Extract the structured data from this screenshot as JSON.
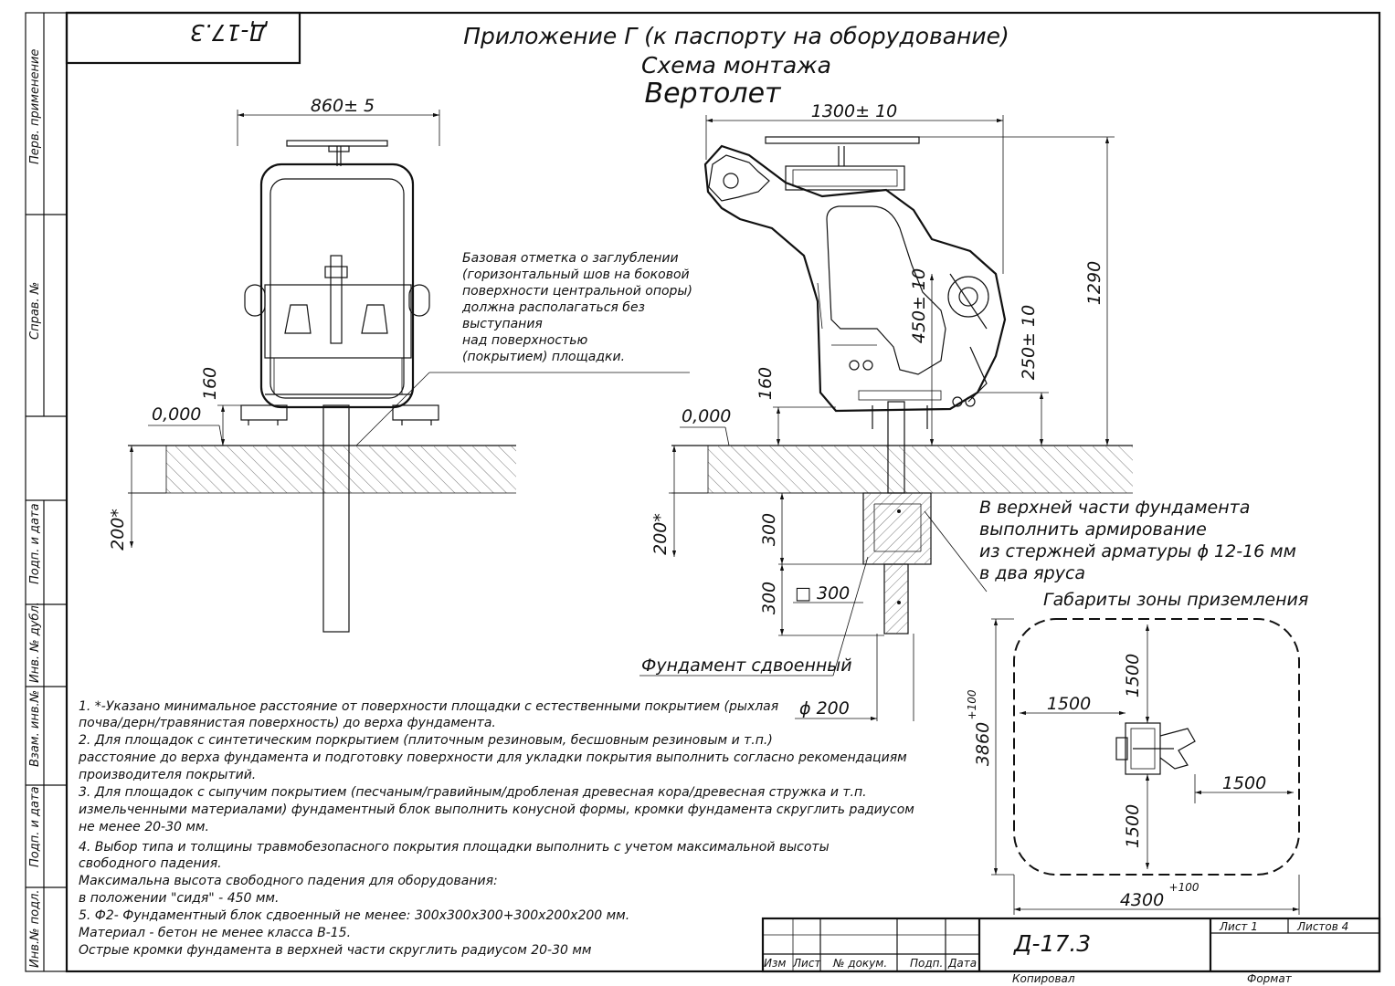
{
  "header": {
    "stamp_code": "Д-17.3",
    "title_line1": "Приложение Г (к паспорту на оборудование)",
    "title_line2": "Схема монтажа",
    "title_line3": "Вертолет"
  },
  "side_frame": {
    "first_use": "Перв. применение",
    "ref_no": "Справ. №",
    "sign_date_1": "Подп. и дата",
    "dup_inv": "Инв. № дубл.",
    "replace_inv": "Взам. инв.№",
    "sign_date_2": "Подп. и дата",
    "orig_inv": "Инв.№ подл."
  },
  "front_view": {
    "width_dim": "860± 5",
    "height_160": "160",
    "level_mark": "0,000",
    "depth_200": "200*"
  },
  "side_view": {
    "width_dim": "1300± 10",
    "height_1290": "1290",
    "seat_450": "450± 10",
    "seat_250": "250± 10",
    "height_160": "160",
    "level_mark": "0,000",
    "depth_200": "200*",
    "found_300_upper": "300",
    "found_300_lower": "300",
    "found_square": "□ 300",
    "found_diam": "ϕ 200"
  },
  "base_note": [
    "Базовая отметка о заглублении",
    "(горизонтальный шов на боковой",
    "поверхности центральной опоры)",
    "должна располагаться без",
    "выступания",
    "над поверхностью",
    "(покрытием) площадки."
  ],
  "rebar_note": [
    "В верхней части фундамента",
    "выполнить армирование",
    "из стержней арматуры ϕ 12-16 мм",
    "в два яруса"
  ],
  "foundation_label": "Фундамент сдвоенный",
  "zone": {
    "title": "Габариты зоны приземления",
    "top": "1500",
    "left": "1500",
    "right": "1500",
    "bottom": "1500",
    "height": "3860",
    "height_tol": "+100",
    "width": "4300",
    "width_tol": "+100"
  },
  "notes": [
    "1. *-Указано минимальное расстояние от поверхности площадки с естественными покрытием (рыхлая",
    "почва/дерн/травянистая поверхность) до верха фундамента.",
    "2. Для площадок с синтетическим поркрытием (плиточным резиновым, бесшовным резиновым и т.п.)",
    "расстояние до верха фундамента и подготовку поверхности для укладки покрытия выполнить согласно рекомендациям",
    "производителя покрытий.",
    "3. Для площадок с сыпучим покрытием (песчаным/гравийным/дробленая древесная кора/древесная стружка и т.п.",
    "измельченными материалами) фундаментный блок выполнить конусной формы, кромки фундамента скруглить радиусом",
    "не менее 20-30 мм.",
    "4. Выбор типа и толщины травмобезопасного покрытия площадки выполнить с учетом максимальной высоты",
    "свободного падения.",
    "Максимальна высота свободного падения для оборудования:",
    " в положении \"сидя\" - 450 мм.",
    "5. Ф2- Фундаментный блок сдвоенный не менее: 300х300х300+300х200х200 мм.",
    "Материал - бетон не менее класса В-15.",
    "Острые кромки фундамента в верхней части скруглить радиусом 20-30 мм"
  ],
  "title_block": {
    "col_izm": "Изм",
    "col_list": "Лист",
    "col_doc": "№ докум.",
    "col_sign": "Подп.",
    "col_date": "Дата",
    "code": "Д-17.3",
    "sheet": "Лист 1",
    "sheets": "Листов 4",
    "copied": "Копировал",
    "format": "Формат"
  }
}
